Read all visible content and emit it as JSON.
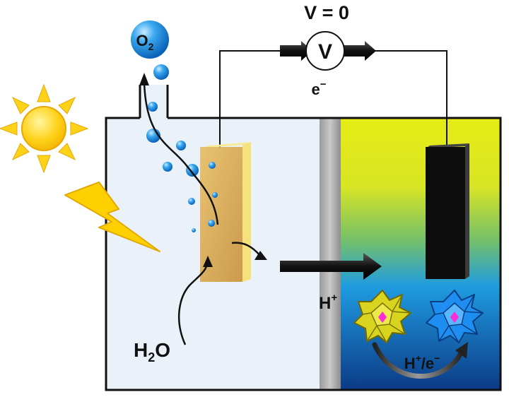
{
  "labels": {
    "voltage": "V = 0",
    "meter_symbol": "V",
    "electron": "e",
    "electron_charge": "−",
    "oxygen_main": "O",
    "oxygen_sub": "2",
    "water_h": "H",
    "water_sub": "2",
    "water_o": "O",
    "proton": "H",
    "proton_charge": "+",
    "redox_h": "H",
    "redox_h_charge": "+",
    "redox_slash": "/e",
    "redox_e_charge": "−"
  },
  "colors": {
    "anode_compartment": "#eaf1f9",
    "membrane": "#a8a8a8",
    "catholyte_top": "#e4ea16",
    "catholyte_bottom": "#0c3d8a",
    "photoanode": "#d9a64a",
    "cathode": "#111111",
    "bubble": "#1f8fe0",
    "sun": "#ffd21a",
    "lightning": "#ffd000",
    "oxidized_cluster": "#d8d420",
    "reduced_cluster": "#1e8ef0",
    "cluster_center": "#ff2bd6"
  },
  "icons": [
    "sun-icon",
    "lightning-icon",
    "voltmeter-icon",
    "polyoxometalate-cluster-icon"
  ]
}
